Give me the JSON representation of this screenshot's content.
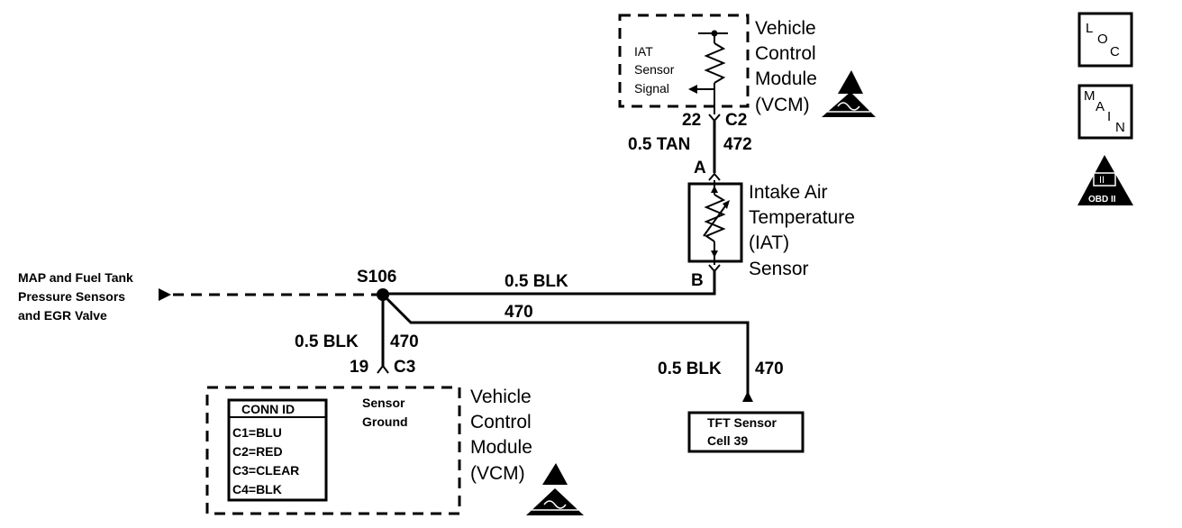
{
  "vcm_top": {
    "inner_label": [
      "IAT",
      "Sensor",
      "Signal"
    ],
    "title": [
      "Vehicle",
      "Control",
      "Module",
      "(VCM)"
    ]
  },
  "c2": {
    "pin": "22",
    "connector": "C2",
    "wire_left": "0.5 TAN",
    "wire_right": "472"
  },
  "iat_sensor": {
    "pin_a": "A",
    "pin_b": "B",
    "title": [
      "Intake Air",
      "Temperature",
      "(IAT)",
      "Sensor"
    ]
  },
  "splice": {
    "label": "S106"
  },
  "map_label": [
    "MAP and Fuel Tank",
    "Pressure Sensors",
    "and EGR Valve"
  ],
  "wire_s106_b": "0.5 BLK",
  "wire_470": "470",
  "c3": {
    "wire_left": "0.5 BLK",
    "wire_right": "470",
    "pin": "19",
    "connector": "C3"
  },
  "tft": {
    "wire_left": "0.5 BLK",
    "wire_right": "470",
    "box": [
      "TFT Sensor",
      "Cell 39"
    ]
  },
  "vcm_bottom": {
    "conn_title": "CONN ID",
    "conn_items": [
      "C1=BLU",
      "C2=RED",
      "C3=CLEAR",
      "C4=BLK"
    ],
    "ground_label": [
      "Sensor",
      "Ground"
    ],
    "title": [
      "Vehicle",
      "Control",
      "Module",
      "(VCM)"
    ]
  },
  "icons": {
    "loc": {
      "a": "L",
      "b": "O",
      "c": "C"
    },
    "main": {
      "a": "M",
      "b": "A",
      "c": "I",
      "d": "N"
    },
    "obd": {
      "top": "II",
      "bottom": "OBD II"
    }
  }
}
